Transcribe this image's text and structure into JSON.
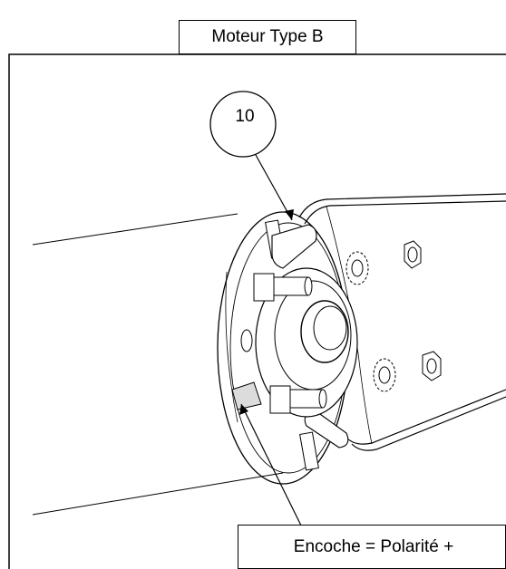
{
  "title": "Moteur Type B",
  "callout_number": "10",
  "note": "Encoche = Polarité +",
  "colors": {
    "line": "#000000",
    "background": "#ffffff",
    "shade": "#dcdcdc"
  }
}
